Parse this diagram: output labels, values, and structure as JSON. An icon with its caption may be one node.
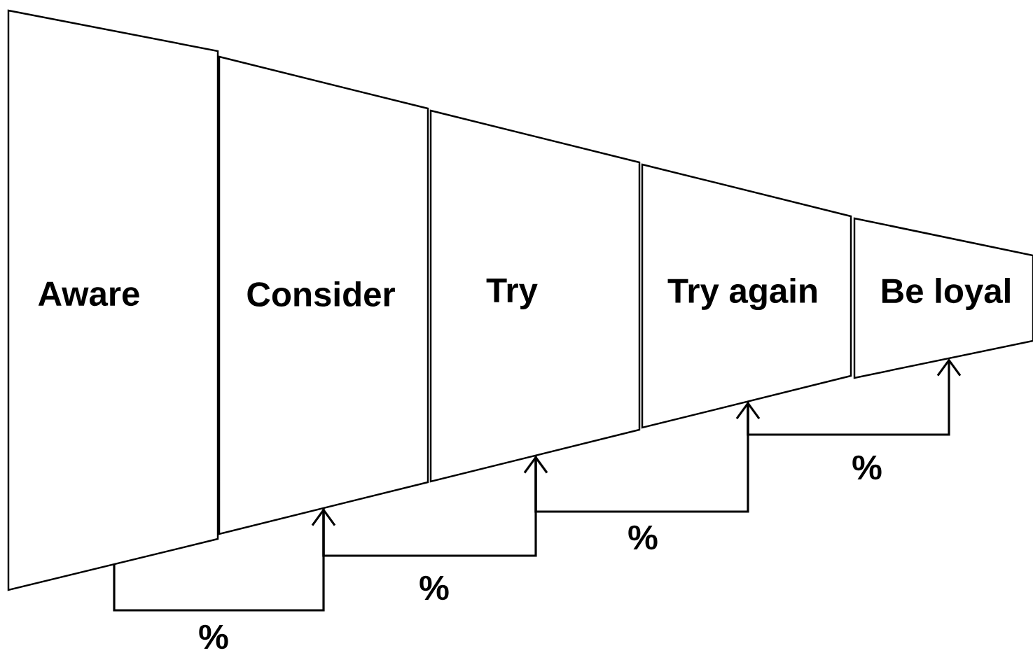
{
  "diagram": {
    "nodes": [
      {
        "text": [
          "Aware"
        ]
      },
      {
        "text": [
          "Consider"
        ]
      },
      {
        "text": [
          "Try"
        ]
      },
      {
        "text": [
          "Try again"
        ]
      },
      {
        "text": [
          "Be loyal"
        ]
      }
    ],
    "edges": [
      {
        "from": 0,
        "to": 1,
        "arrow": "to",
        "label": "%"
      },
      {
        "from": 1,
        "to": 2,
        "arrow": "to",
        "label": "%"
      },
      {
        "from": 2,
        "to": 3,
        "arrow": "to",
        "label": "%"
      },
      {
        "from": 3,
        "to": 4,
        "arrow": "to",
        "label": "%"
      }
    ]
  }
}
